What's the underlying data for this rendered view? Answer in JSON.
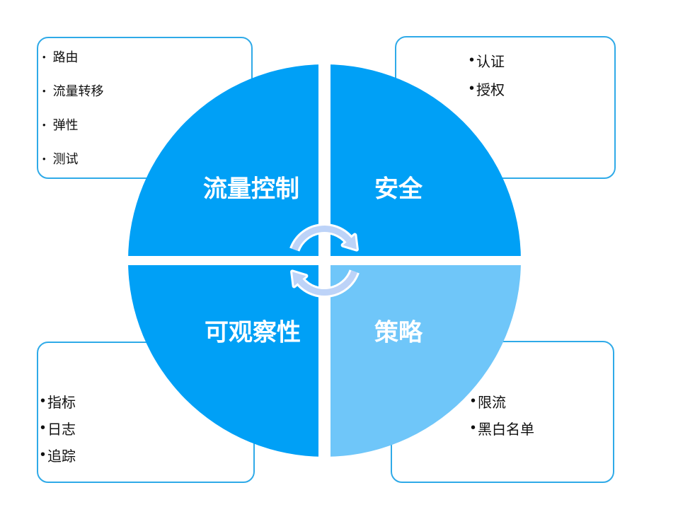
{
  "diagram": {
    "bullet_char": "•",
    "circle": {
      "center_icon": "cycle-arrows-icon",
      "quadrants": [
        {
          "id": "traffic-control",
          "label": "流量控制",
          "color": "#00a0f6",
          "position": "top-left"
        },
        {
          "id": "security",
          "label": "安全",
          "color": "#00a0f6",
          "position": "top-right"
        },
        {
          "id": "observability",
          "label": "可观察性",
          "color": "#00a0f6",
          "position": "bottom-left"
        },
        {
          "id": "policy",
          "label": "策略",
          "color": "#6fc6f9",
          "position": "bottom-right"
        }
      ]
    },
    "boxes": {
      "top_left": {
        "items": [
          "路由",
          "流量转移",
          "弹性",
          "测试"
        ]
      },
      "top_right": {
        "items": [
          "认证",
          "授权"
        ]
      },
      "bottom_left": {
        "items": [
          "指标",
          "日志",
          "追踪"
        ]
      },
      "bottom_right": {
        "items": [
          "限流",
          "黑白名单"
        ]
      }
    },
    "colors": {
      "bright_blue": "#00a0f6",
      "light_blue": "#6fc6f9",
      "box_border": "#2faae8",
      "arrow_blue": "#bdd3f8",
      "divider_white": "#ffffff",
      "list_text": "#111111",
      "label_text": "#ffffff"
    }
  }
}
